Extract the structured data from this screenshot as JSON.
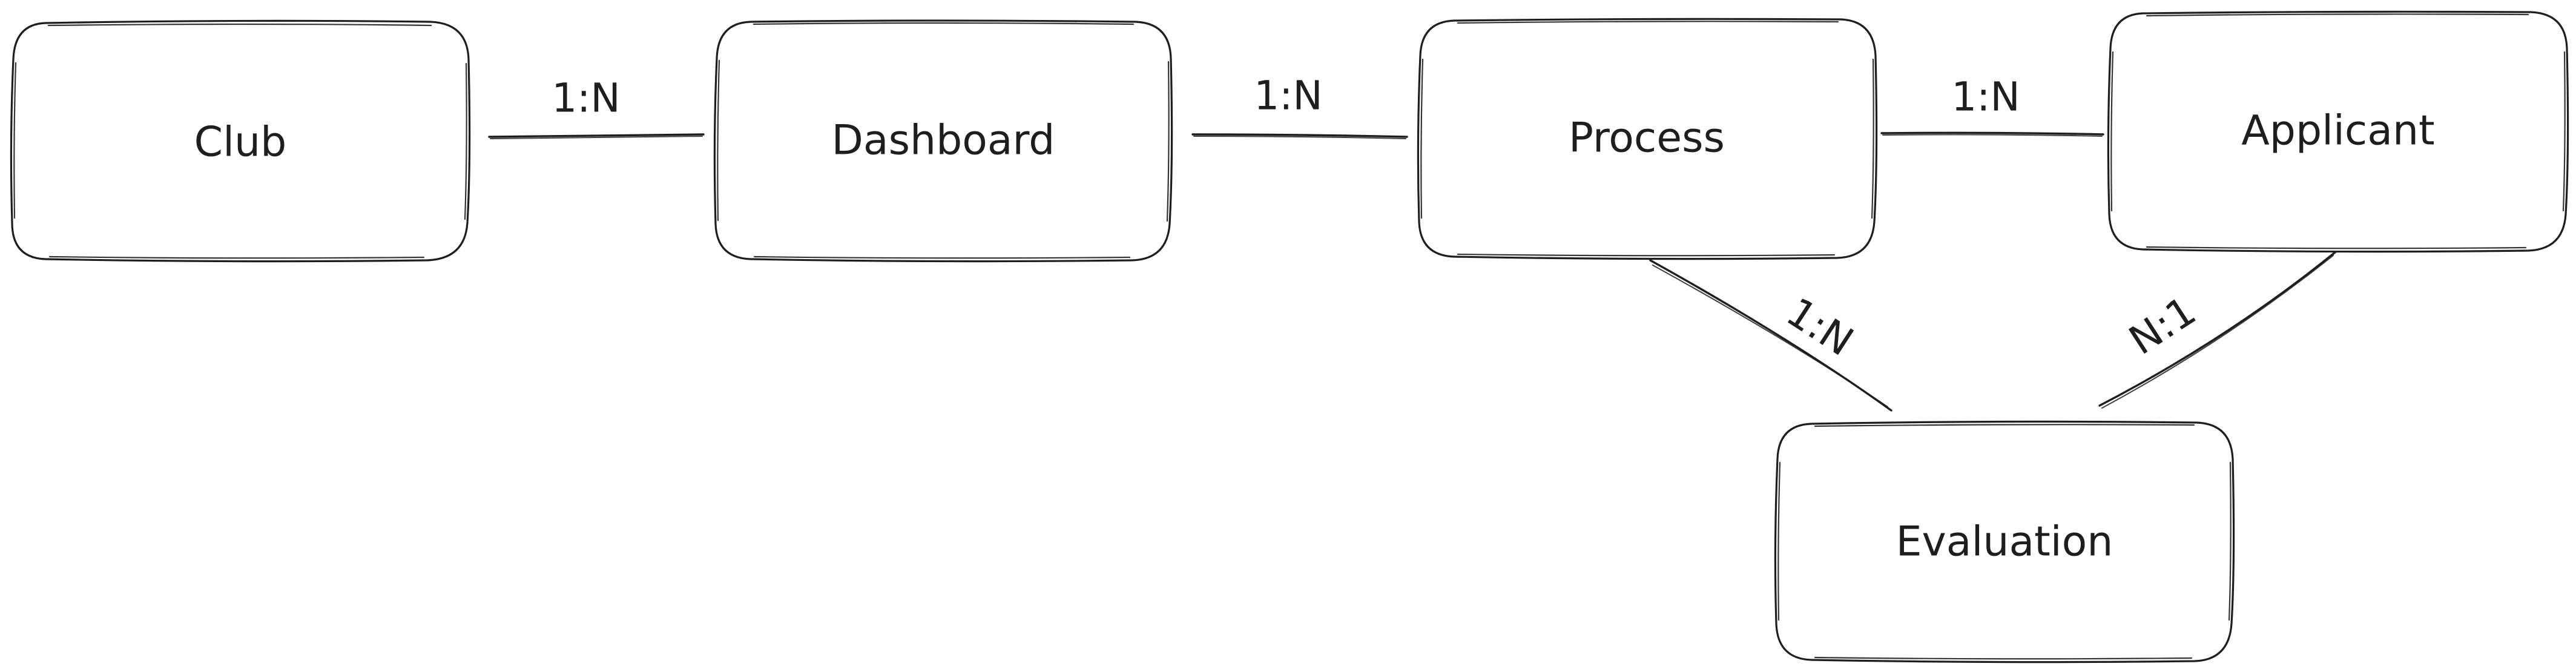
{
  "diagram": {
    "entities": {
      "club": "Club",
      "dashboard": "Dashboard",
      "process": "Process",
      "applicant": "Applicant",
      "evaluation": "Evaluation"
    },
    "relationships": {
      "club_dashboard": "1:N",
      "dashboard_process": "1:N",
      "process_applicant": "1:N",
      "process_evaluation": "1:N",
      "applicant_evaluation": "N:1"
    }
  },
  "colors": {
    "stroke": "#1e1e1e",
    "background": "#ffffff"
  }
}
